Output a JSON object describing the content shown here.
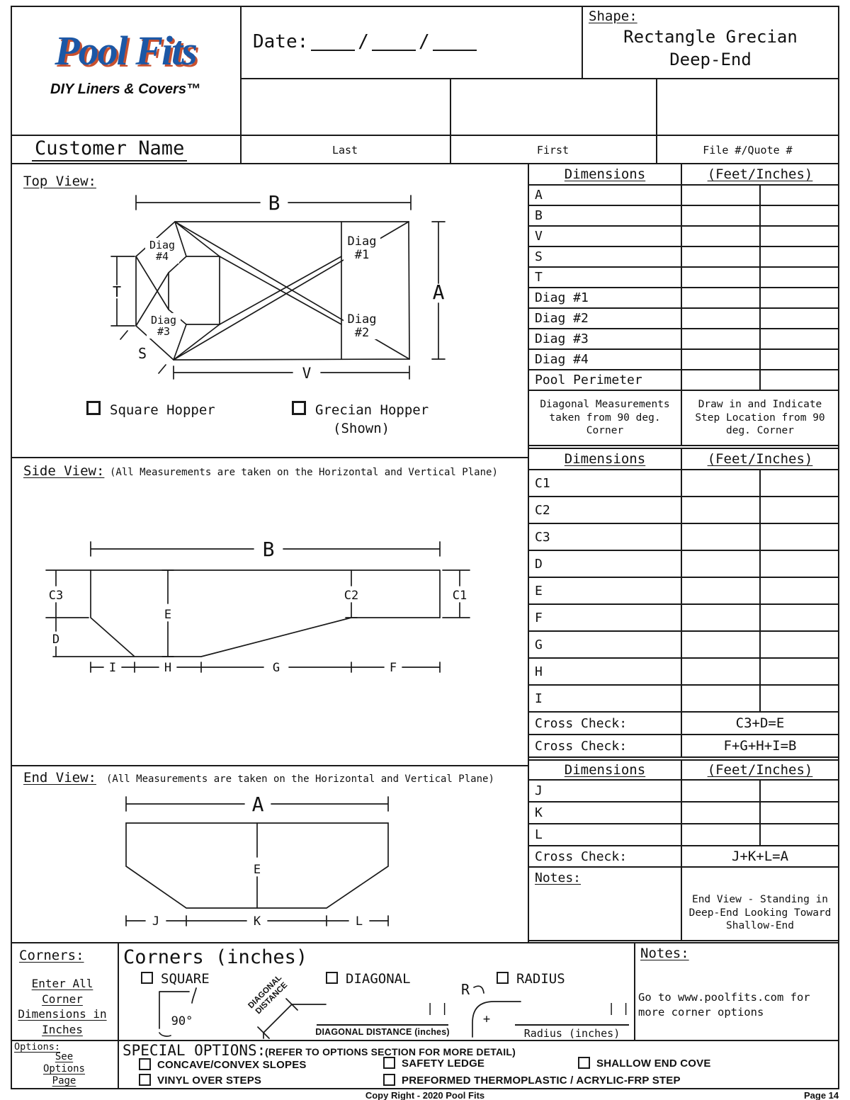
{
  "header": {
    "logo_title": "Pool Fits",
    "logo_subtitle": "DIY Liners & Covers™",
    "date_label": "Date:",
    "date_slash": "/",
    "shape_label": "Shape:",
    "shape_line1": "Rectangle Grecian",
    "shape_line2": "Deep-End",
    "customer_label": "Customer Name",
    "col_last": "Last",
    "col_first": "First",
    "col_file": "File #/Quote #"
  },
  "top_view": {
    "title": "Top View:",
    "dims": {
      "B": "B",
      "A": "A",
      "V": "V",
      "T": "T",
      "S": "S",
      "diag1": [
        "Diag",
        "#1"
      ],
      "diag2": [
        "Diag",
        "#2"
      ],
      "diag3": [
        "Diag",
        "#3"
      ],
      "diag4": [
        "Diag",
        "#4"
      ]
    },
    "square_hopper": "Square Hopper",
    "grecian_hopper": "Grecian Hopper",
    "grecian_sub": "(Shown)",
    "table": {
      "dim_header": "Dimensions",
      "val_header": "(Feet/Inches)",
      "rows": [
        "A",
        "B",
        "V",
        "S",
        "T",
        "Diag #1",
        "Diag #2",
        "Diag #3",
        "Diag #4",
        "Pool Perimeter"
      ],
      "note_left": "Diagonal Measurements taken from 90 deg. Corner",
      "note_right": "Draw in and Indicate Step Location from 90 deg. Corner"
    }
  },
  "side_view": {
    "title": "Side View:",
    "note": "(All Measurements are taken on the Horizontal and Vertical Plane)",
    "dims": {
      "B": "B",
      "C1": "C1",
      "C2": "C2",
      "C3": "C3",
      "D": "D",
      "E": "E",
      "F": "F",
      "G": "G",
      "H": "H",
      "I": "I"
    },
    "table": {
      "dim_header": "Dimensions",
      "val_header": "(Feet/Inches)",
      "rows": [
        "C1",
        "C2",
        "C3",
        "D",
        "E",
        "F",
        "G",
        "H",
        "I"
      ],
      "cross_checks": [
        {
          "label": "Cross Check:",
          "value": "C3+D=E"
        },
        {
          "label": "Cross Check:",
          "value": "F+G+H+I=B"
        }
      ]
    }
  },
  "end_view": {
    "title": "End View:",
    "note": "(All Measurements are taken on the Horizontal and Vertical Plane)",
    "dims": {
      "A": "A",
      "E": "E",
      "J": "J",
      "K": "K",
      "L": "L"
    },
    "table": {
      "dim_header": "Dimensions",
      "val_header": "(Feet/Inches)",
      "rows": [
        "J",
        "K",
        "L"
      ],
      "cross_checks": [
        {
          "label": "Cross Check:",
          "value": "J+K+L=A"
        }
      ],
      "notes_label": "Notes:",
      "notes_text": "End View - Standing in Deep-End Looking Toward Shallow-End"
    }
  },
  "corners": {
    "sidebar_title": "Corners:",
    "sidebar_note": "Enter All Corner Dimensions in Inches",
    "title": "Corners (inches)",
    "square_label": "SQUARE",
    "square_angle": "90°",
    "diagonal_label": "DIAGONAL",
    "diagonal_rotated": [
      "DIAGONAL",
      "DISTANCE"
    ],
    "diagonal_line_label": "DIAGONAL DISTANCE (inches)",
    "radius_label": "RADIUS",
    "radius_r": "R",
    "radius_plus": "+",
    "radius_line_label": "Radius (inches)",
    "tick_marks": "| |",
    "notes_title": "Notes:",
    "notes_text": "Go to www.poolfits.com for more corner options"
  },
  "options": {
    "sidebar_title": "Options:",
    "sidebar_lines": [
      "See",
      "Options",
      "Page"
    ],
    "title": "SPECIAL OPTIONS:",
    "subtitle": "(REFER TO OPTIONS SECTION FOR MORE DETAIL)",
    "items": [
      "CONCAVE/CONVEX SLOPES",
      "VINYL OVER STEPS",
      "SAFETY LEDGE",
      "PREFORMED THERMOPLASTIC / ACRYLIC-FRP STEP",
      "SHALLOW END COVE"
    ]
  },
  "footer": {
    "copyright": "Copy Right - 2020 Pool Fits",
    "page": "Page 14"
  }
}
